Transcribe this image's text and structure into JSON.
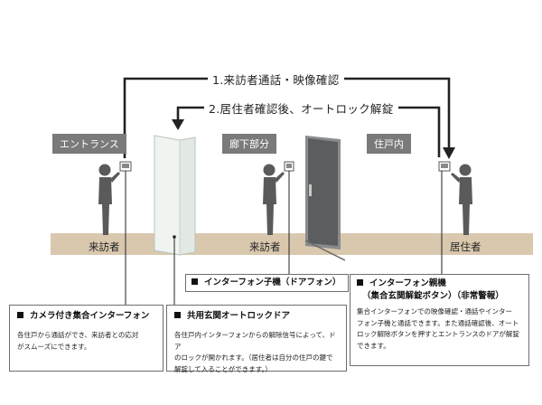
{
  "flows": {
    "call": "1.来訪者通話・映像確認",
    "unlock": "2.居住者確認後、オートロック解錠"
  },
  "zones": {
    "entrance": "エントランス",
    "corridor": "廊下部分",
    "unit": "住戸内"
  },
  "people": {
    "visitor_entrance": "来訪者",
    "visitor_corridor": "来訪者",
    "resident": "居住者"
  },
  "boxes": {
    "door_phone": {
      "title": "インターフォン子機（ドアフォン）"
    },
    "master_unit": {
      "title_line1": "インターフォン親機",
      "title_line2": "（集合玄関解錠ボタン）（非常警報）",
      "desc_line1": "集合インターフォンでの映像確認・通話やインター",
      "desc_line2": "フォン子機と通話できます。また通話確認後、オート",
      "desc_line3": "ロック解除ボタンを押すとエントランスのドアが解錠",
      "desc_line4": "できます。"
    },
    "camera_intercom": {
      "title": "カメラ付き集合インターフォン",
      "desc_line1": "各住戸から通話ができ、来訪者との応対",
      "desc_line2": "がスムーズにできます。"
    },
    "autolock_door": {
      "title": "共用玄関オートロックドア",
      "desc_line1": "各住戸内インターフォンからの解除信号によって、ドア",
      "desc_line2": "のロックが開かれます。（居住者は自分の住戸の鍵で",
      "desc_line3": "解錠して入ることができます。）"
    }
  },
  "colors": {
    "floor": "#d9c8ae",
    "person": "#5a5a5a",
    "zone_tag": "#7a7a7a",
    "entrance_door": "#f0f4f1",
    "unit_door": "#5c5d5e",
    "line": "#222222"
  }
}
